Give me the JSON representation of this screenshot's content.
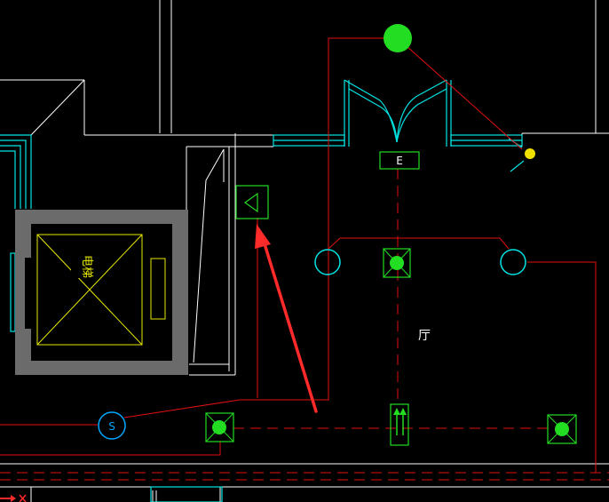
{
  "drawing": {
    "background": "#000000",
    "colors": {
      "wall": "#ffffff",
      "window": "#00e5e5",
      "circuit": "#e01010",
      "device": "#22dd22",
      "elevator_text": "#e8e800",
      "core": "#6b6b6b",
      "arrow": "#ff2a2a",
      "dot": "#f0e000"
    },
    "labels": {
      "elevator_text": "电梯",
      "room": "厅",
      "exit_sign": "E",
      "smoke_detector": "S"
    },
    "icons": {
      "ceiling_lights": "filled-circle-lamp",
      "downlights": "circle-downlight",
      "emergency": "square-x-emergency-light",
      "exit": "evacuation-sign-up-arrows",
      "speaker": "triangle-speaker"
    }
  }
}
